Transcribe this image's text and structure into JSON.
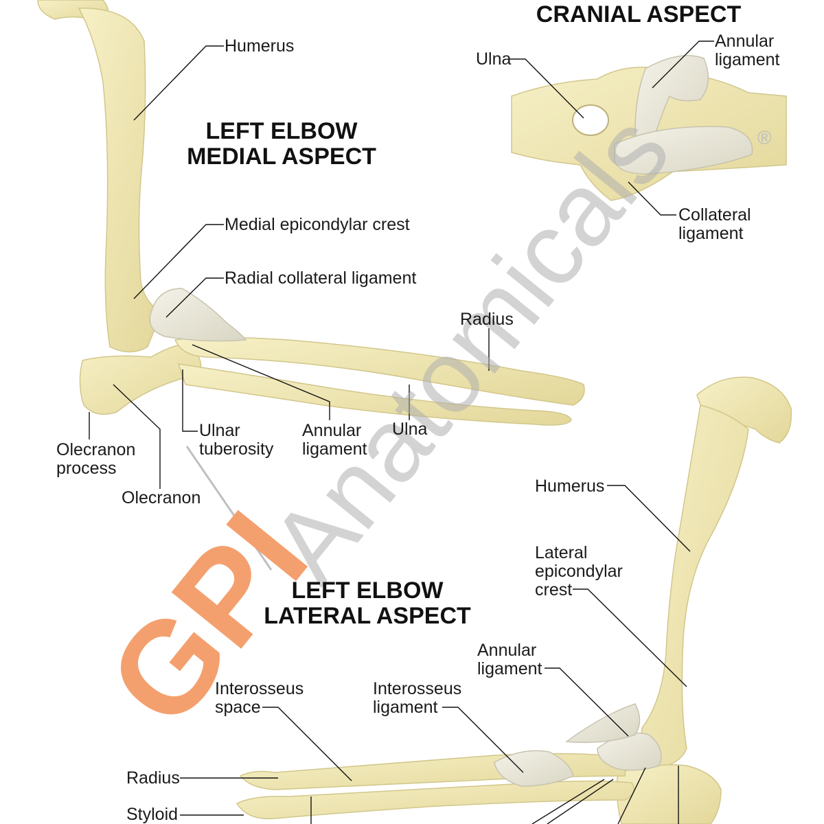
{
  "titles": {
    "cranial": "CRANIAL ASPECT",
    "medial": [
      "LEFT ELBOW",
      "MEDIAL ASPECT"
    ],
    "lateral": [
      "LEFT ELBOW",
      "LATERAL ASPECT"
    ]
  },
  "medial_labels": {
    "humerus": "Humerus",
    "medial_epicondylar_crest": "Medial epicondylar crest",
    "radial_collateral_ligament": "Radial collateral ligament",
    "radius": "Radius",
    "ulna": "Ulna",
    "olecranon_process": [
      "Olecranon",
      "process"
    ],
    "olecranon": "Olecranon",
    "ulnar_tuberosity": [
      "Ulnar",
      "tuberosity"
    ],
    "annular_ligament": [
      "Annular",
      "ligament"
    ]
  },
  "cranial_labels": {
    "ulna": "Ulna",
    "annular_ligament": [
      "Annular",
      "ligament"
    ],
    "collateral_ligament": [
      "Collateral",
      "ligament"
    ]
  },
  "lateral_labels": {
    "humerus": "Humerus",
    "lateral_epicondylar_crest": [
      "Lateral",
      "epicondylar",
      "crest"
    ],
    "annular_ligament": [
      "Annular",
      "ligament"
    ],
    "interosseus_ligament": [
      "Interosseus",
      "ligament"
    ],
    "interosseus_space": [
      "Interosseus",
      "space"
    ],
    "radius": "Radius",
    "styloid": "Styloid"
  },
  "watermark": {
    "brand": "GPI",
    "name": "Anatomicals",
    "mark": "®"
  },
  "colors": {
    "bone": "#efe7b0",
    "bone_shadow": "#cfc27c",
    "ligament": "#ece9d8",
    "brand": "#f28c55",
    "watermark": "#c8c8c8"
  }
}
